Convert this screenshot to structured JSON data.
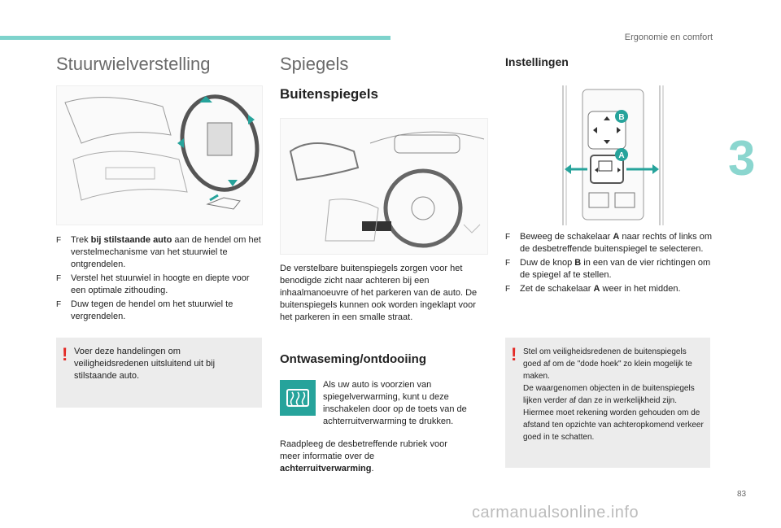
{
  "header": {
    "section": "Ergonomie en comfort",
    "chapter": "3",
    "page": "83"
  },
  "watermark": "carmanualsonline.info",
  "steering": {
    "title": "Stuurwielverstelling",
    "bullets": [
      {
        "pre": "Trek ",
        "bold": "bij stilstaande auto",
        "post": " aan de hendel om het verstelmechanisme van het stuurwiel te ontgrendelen."
      },
      {
        "pre": "Verstel het stuurwiel in hoogte en diepte voor een optimale zithouding.",
        "bold": "",
        "post": ""
      },
      {
        "pre": "Duw tegen de hendel om het stuurwiel te vergrendelen.",
        "bold": "",
        "post": ""
      }
    ],
    "warning": "Voer deze handelingen om veiligheidsredenen uitsluitend uit bij stilstaande auto."
  },
  "mirrors": {
    "title": "Spiegels",
    "subtitle": "Buitenspiegels",
    "intro": "De verstelbare buitenspiegels zorgen voor het benodigde zicht naar achteren bij een inhaalmanoeuvre of het parkeren van de auto. De buitenspiegels kunnen ook worden ingeklapt voor het parkeren in een smalle straat.",
    "defog_title": "Ontwaseming/ontdooiing",
    "defog_text": "Als uw auto is voorzien van spiegelverwarming, kunt u deze inschakelen door op de toets van de achterruitverwarming te drukken.",
    "defog_ref_pre": "Raadpleeg de desbetreffende rubriek voor meer informatie over de ",
    "defog_ref_bold": "achterruitverwarming",
    "defog_ref_post": "."
  },
  "settings": {
    "title": "Instellingen",
    "label_a": "A",
    "label_b": "B",
    "bullets": [
      {
        "pre": "Beweeg de schakelaar ",
        "bold": "A",
        "post": " naar rechts of links om de desbetreffende buitenspiegel te selecteren."
      },
      {
        "pre": "Duw de knop ",
        "bold": "B",
        "post": " in een van de vier richtingen om de spiegel af te stellen."
      },
      {
        "pre": "Zet de schakelaar ",
        "bold": "A",
        "post": " weer in het midden."
      }
    ],
    "warning": "Stel om veiligheidsredenen de buitenspiegels goed af om de \"dode hoek\" zo klein mogelijk te maken.\nDe waargenomen objecten in de buitenspiegels lijken verder af dan ze in werkelijkheid zijn.\nHiermee moet rekening worden gehouden om de afstand ten opzichte van achteropkomend verkeer goed in te schatten."
  },
  "bullet_glyph": "F",
  "warning_glyph": "!",
  "colors": {
    "accent": "#7ed3cc",
    "teal_icon": "#26a39b",
    "warning": "#e32a26",
    "box_bg": "#ececec"
  }
}
